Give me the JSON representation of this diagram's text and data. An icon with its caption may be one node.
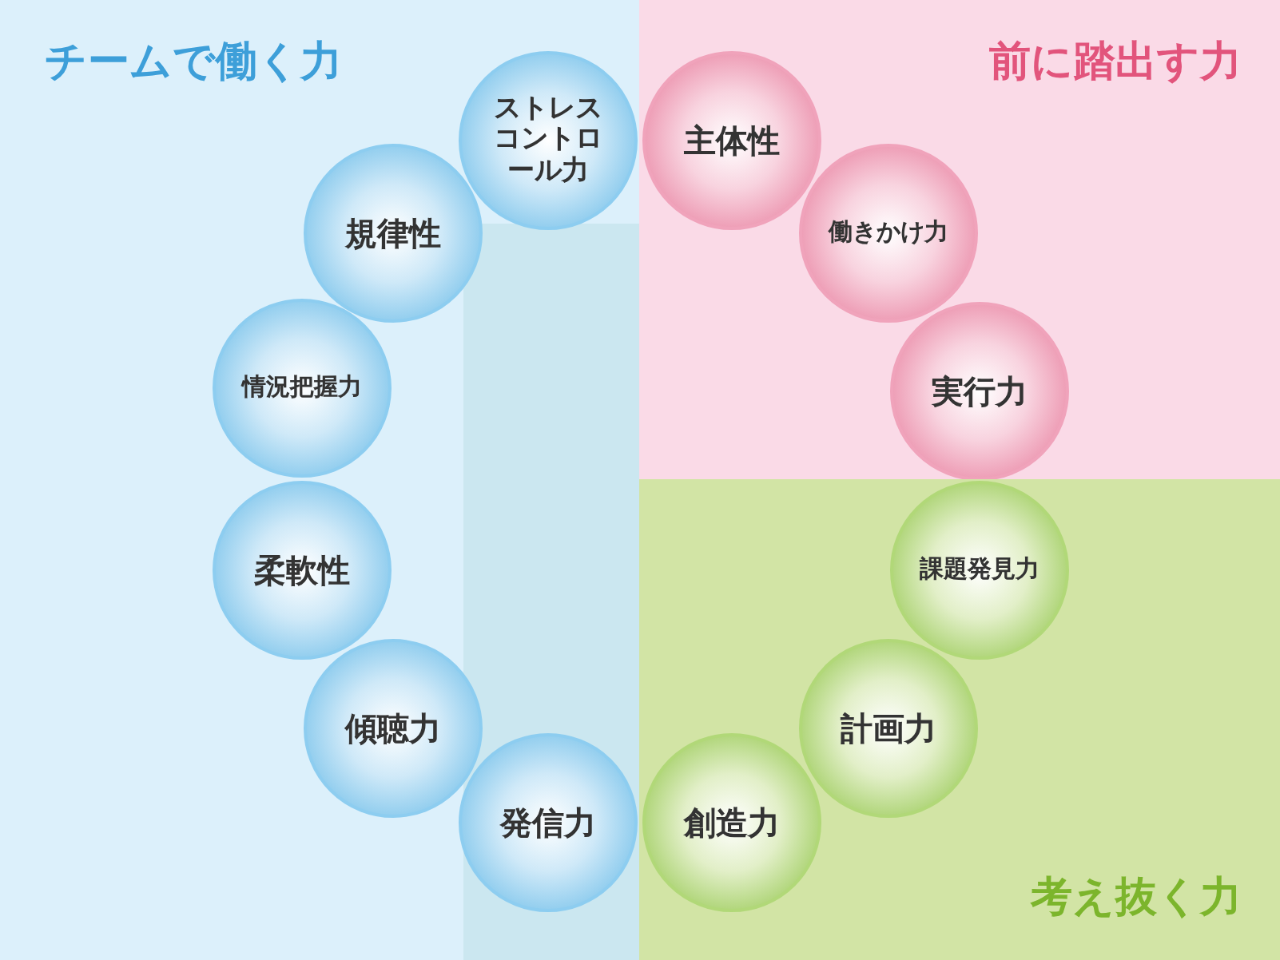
{
  "diagram": {
    "nodes": [
      {
        "text": [
          "チームで働く力"
        ]
      },
      {
        "text": [
          "ストレスコントロール力"
        ],
        "in": 0
      },
      {
        "text": [
          "規律性"
        ],
        "in": 0
      },
      {
        "text": [
          "情況把握力"
        ],
        "in": 0
      },
      {
        "text": [
          "柔軟性"
        ],
        "in": 0
      },
      {
        "text": [
          "傾聴力"
        ],
        "in": 0
      },
      {
        "text": [
          "発信力"
        ],
        "in": 0
      },
      {
        "text": [
          "前に踏出す力"
        ]
      },
      {
        "text": [
          "主体性"
        ],
        "in": 7
      },
      {
        "text": [
          "働きかけ力"
        ],
        "in": 7
      },
      {
        "text": [
          "実行力"
        ],
        "in": 7
      },
      {
        "text": [
          "考え抜く力"
        ]
      },
      {
        "text": [
          "課題発見力"
        ],
        "in": 11
      },
      {
        "text": [
          "計画力"
        ],
        "in": 11
      },
      {
        "text": [
          "創造力"
        ],
        "in": 11
      }
    ]
  }
}
